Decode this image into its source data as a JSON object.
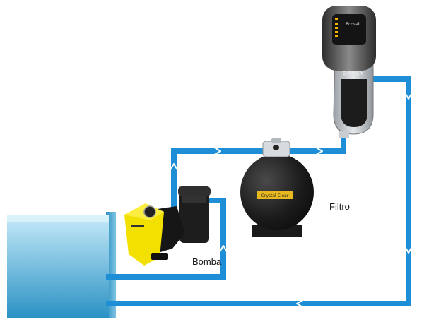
{
  "labels": {
    "filter": "Filtro",
    "pump": "Bomba"
  },
  "branding": {
    "chlorinator_brand": "DAVEY",
    "chlorinator_model": "Ecosalt",
    "filter_sticker": "Crystal Clear"
  },
  "colors": {
    "pipe": "#1e8fd6",
    "pipe_dark": "#0f78be",
    "pool_top": "#b9e3f6",
    "pool_bottom": "#2f97c9",
    "pump_yellow": "#f2e000",
    "equipment_black": "#1b1b1b",
    "chlorinator_grey": "#4a4a4a",
    "display_amber": "#f5b400"
  },
  "icons": {
    "flow_arrow": "flow-arrow-icon"
  }
}
